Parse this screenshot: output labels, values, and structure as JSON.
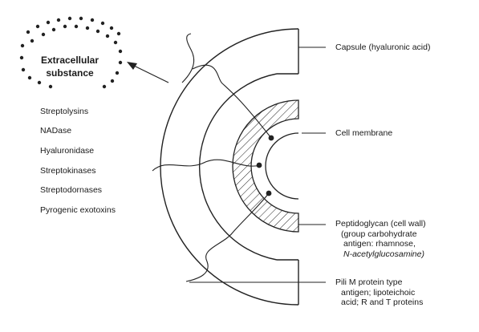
{
  "bubble": {
    "line1": "Extracellular",
    "line2": "substance"
  },
  "left_list": [
    "Streptolysins",
    "NADase",
    "Hyaluronidase",
    "Streptokinases",
    "Streptodornases",
    "Pyrogenic exotoxins"
  ],
  "labels": {
    "capsule": "Capsule (hyaluronic acid)",
    "membrane": "Cell membrane",
    "peptidoglycan": [
      "Peptidoglycan (cell wall)",
      "(group carbohydrate",
      "antigen: rhamnose,",
      "N-acetylglucosamine)"
    ],
    "pili": [
      "Pili M protein type",
      "antigen; lipoteichoic",
      "acid; R and T proteins"
    ]
  }
}
